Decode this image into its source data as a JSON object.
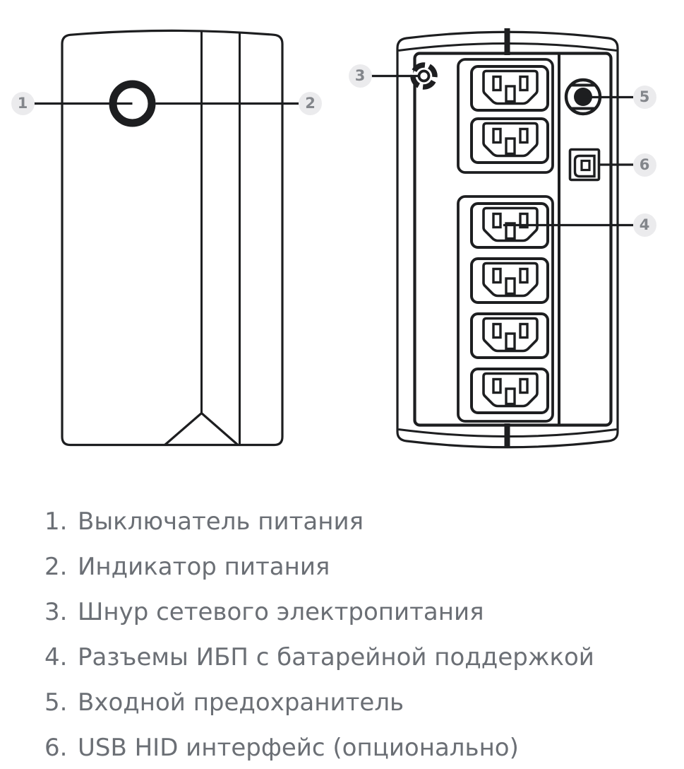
{
  "callouts": [
    {
      "num": "1"
    },
    {
      "num": "2"
    },
    {
      "num": "3"
    },
    {
      "num": "4"
    },
    {
      "num": "5"
    },
    {
      "num": "6"
    }
  ],
  "legend": {
    "items": [
      {
        "num": "1.",
        "text": "Выключатель питания"
      },
      {
        "num": "2.",
        "text": "Индикатор питания"
      },
      {
        "num": "3.",
        "text": "Шнур сетевого электропитания"
      },
      {
        "num": "4.",
        "text": "Разъемы ИБП с батарейной поддержкой"
      },
      {
        "num": "5.",
        "text": "Входной предохранитель"
      },
      {
        "num": "6.",
        "text": "USB HID интерфейс (опционально)"
      }
    ]
  },
  "icons": {
    "power-button-icon": "thick-ring-circle",
    "power-cord-anchor-icon": "segmented-ring",
    "outlet-icon": "iec-c13-socket",
    "fuse-icon": "ring-with-filled-circle",
    "usb-port-icon": "usb-type-b-port"
  },
  "colors": {
    "line": "#1d1e20",
    "badge_bg": "#ebebed",
    "badge_text": "#83868b",
    "legend_text": "#6b6f75"
  }
}
